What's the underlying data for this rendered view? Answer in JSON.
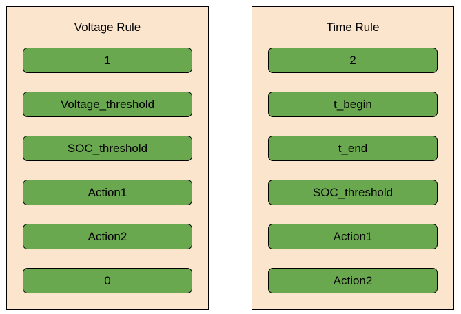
{
  "panels": [
    {
      "title": "Voltage Rule",
      "fields": [
        "1",
        "Voltage_threshold",
        "SOC_threshold",
        "Action1",
        "Action2",
        "0"
      ]
    },
    {
      "title": "Time Rule",
      "fields": [
        "2",
        "t_begin",
        "t_end",
        "SOC_threshold",
        "Action1",
        "Action2"
      ]
    }
  ],
  "colors": {
    "panel_fill": "#fce5cd",
    "field_fill": "#6aa84f",
    "border": "#000000"
  }
}
